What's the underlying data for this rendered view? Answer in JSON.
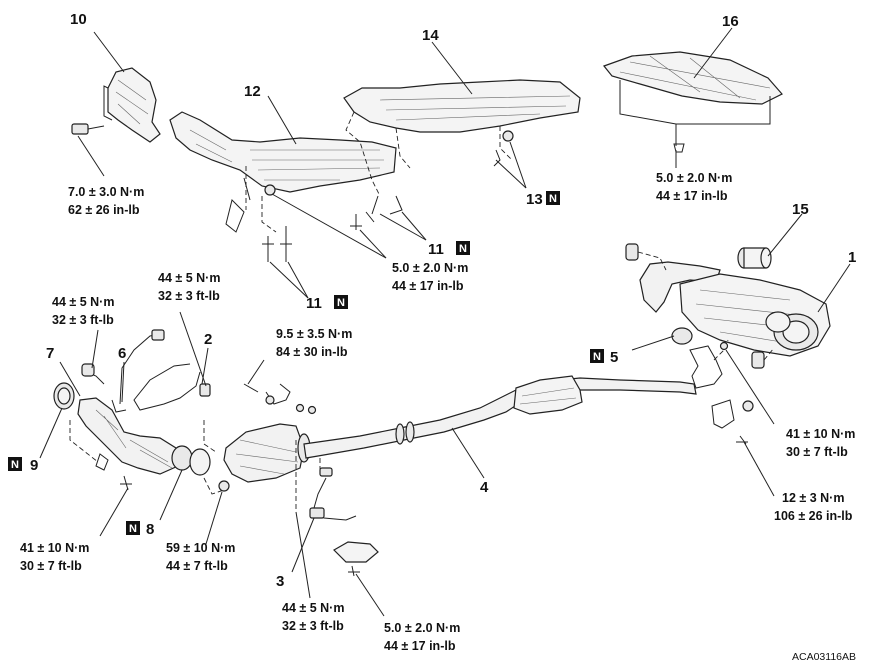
{
  "diagram": {
    "code": "ACA03116AB",
    "part_numbers": {
      "p1": "1",
      "p2": "2",
      "p3": "3",
      "p4": "4",
      "p5": "5",
      "p6": "6",
      "p7": "7",
      "p8": "8",
      "p9": "9",
      "p10": "10",
      "p11a": "11",
      "p11b": "11",
      "p12": "12",
      "p13": "13",
      "p14": "14",
      "p15": "15",
      "p16": "16"
    },
    "new_part_marker": "N",
    "torque_specs": {
      "t10_nm": "7.0 ± 3.0 N·m",
      "t10_alt": "62 ± 26 in-lb",
      "t12_nm": "5.0 ± 2.0 N·m",
      "t12_alt": "44 ± 17 in-lb",
      "t16_nm": "5.0 ± 2.0 N·m",
      "t16_alt": "44 ± 17 in-lb",
      "t6_nm": "44 ± 5 N·m",
      "t6_alt": "32 ± 3 ft-lb",
      "t2_nm": "44 ± 5 N·m",
      "t2_alt": "32 ± 3 ft-lb",
      "tbr_nm": "9.5 ± 3.5 N·m",
      "tbr_alt": "84 ± 30 in-lb",
      "t9_nm": "41 ± 10 N·m",
      "t9_alt": "30 ± 7 ft-lb",
      "t8_nm": "59 ± 10 N·m",
      "t8_alt": "44 ± 7 ft-lb",
      "t3_nm": "44 ± 5 N·m",
      "t3_alt": "32 ± 3 ft-lb",
      "tb_nm": "5.0 ± 2.0 N·m",
      "tb_alt": "44 ± 17 in-lb",
      "tr1_nm": "41 ± 10 N·m",
      "tr1_alt": "30 ± 7 ft-lb",
      "tr2_nm": "12 ± 3 N·m",
      "tr2_alt": "106 ± 26 in-lb"
    }
  }
}
